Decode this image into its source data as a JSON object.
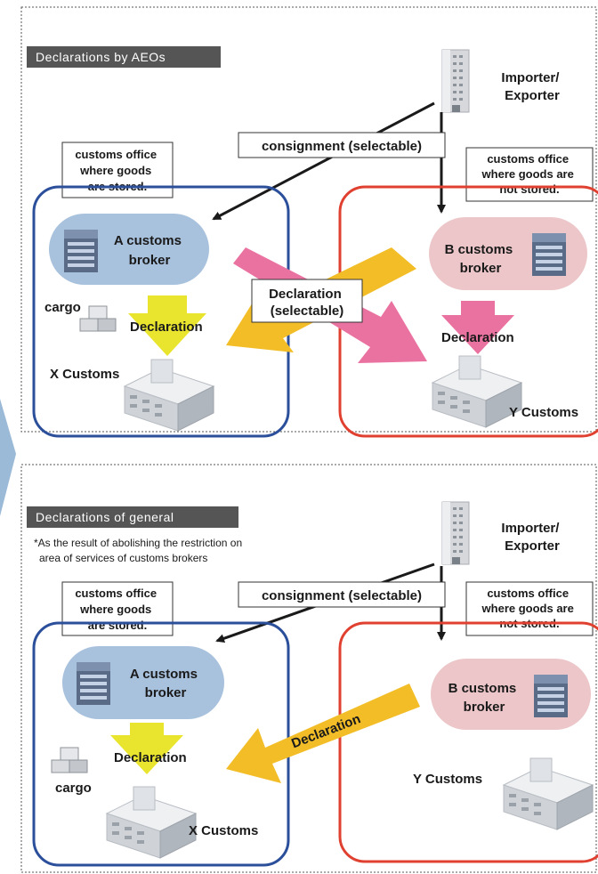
{
  "colors": {
    "aeo_tab": "#555555",
    "blue_border": "#2b4f9a",
    "red_border": "#e0402f",
    "broker_a": "#a8c1dd",
    "broker_b": "#ecc6c8",
    "yellow_arrow": "#e9e52f",
    "orange_arrow": "#f2bd27",
    "pink_arrow": "#ea72a0",
    "side_arrow": "#9bbad8"
  },
  "aeo": {
    "tab": "Declarations by AEOs",
    "importer": [
      "Importer/",
      "Exporter"
    ],
    "consignment": "consignment (selectable)",
    "office_stored": [
      "customs office",
      "where goods",
      "are stored."
    ],
    "office_not_stored": [
      "customs office",
      "where goods are",
      "not stored."
    ],
    "broker_a": [
      "A customs",
      "broker"
    ],
    "broker_b": [
      "B customs",
      "broker"
    ],
    "cargo": "cargo",
    "declaration_a": "Declaration",
    "declaration_b": "Declaration",
    "declaration_center": [
      "Declaration",
      "(selectable)"
    ],
    "x_customs": "X Customs",
    "y_customs": "Y Customs"
  },
  "general": {
    "tab": "Declarations of general",
    "note": [
      "*As the result of abolishing the restriction on",
      "area of services of customs brokers"
    ],
    "importer": [
      "Importer/",
      "Exporter"
    ],
    "consignment": "consignment (selectable)",
    "office_stored": [
      "customs office",
      "where goods",
      "are stored."
    ],
    "office_not_stored": [
      "customs office",
      "where goods are",
      "not stored."
    ],
    "broker_a": [
      "A customs",
      "broker"
    ],
    "broker_b": [
      "B customs",
      "broker"
    ],
    "cargo": "cargo",
    "declaration_a": "Declaration",
    "declaration_diag": "Declaration",
    "x_customs": "X Customs",
    "y_customs": "Y Customs"
  }
}
